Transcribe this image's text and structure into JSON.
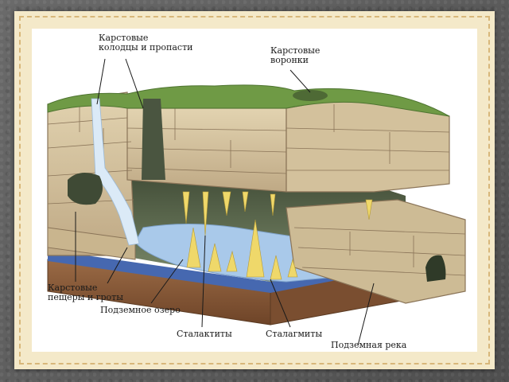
{
  "labels": {
    "wells": [
      "Карстовые",
      "колодцы и пропасти"
    ],
    "funnels": [
      "Карстовые",
      "воронки"
    ],
    "caves": [
      "Карстовые",
      "пещеры и гроты"
    ],
    "lake": "Подземное озеро",
    "stalactites": "Сталактиты",
    "stalagmites": "Сталагмиты",
    "river": "Подземная река"
  },
  "colors": {
    "rock": "#d8c7a3",
    "rock_dark": "#8a7458",
    "grass": "#6f9a45",
    "water": "#a9c9ea",
    "river_blue": "#4668b0",
    "dripstone": "#efd86a",
    "soil": "#8a5a3a"
  }
}
